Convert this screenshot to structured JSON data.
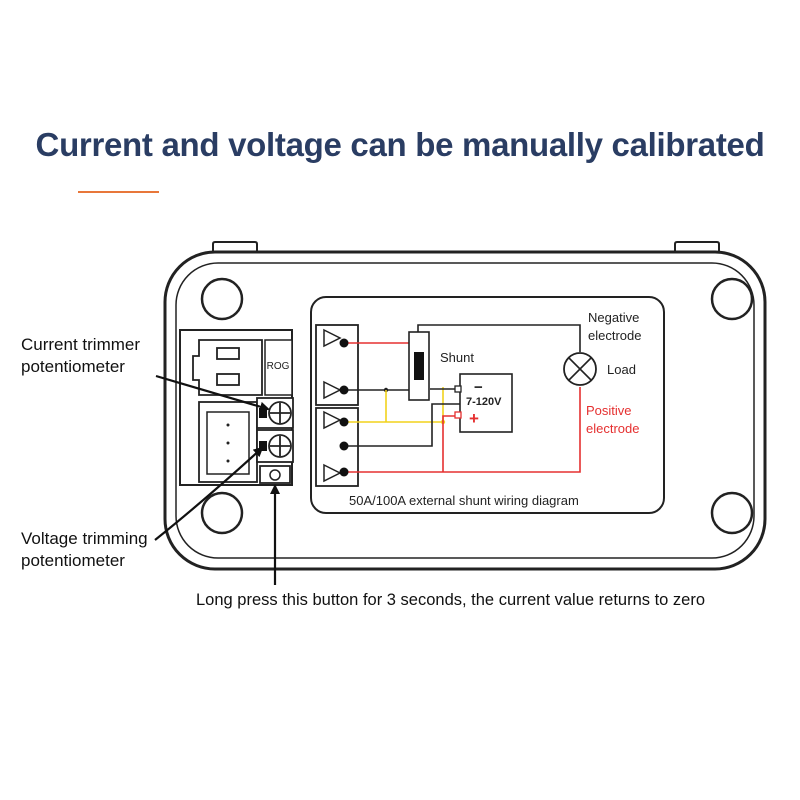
{
  "headline": "Current and voltage can be manually calibrated",
  "colors": {
    "accent": "#e8773a",
    "headline": "#2a3d63",
    "positive_wire": "#e53030",
    "yellow_wire": "#f2d21c",
    "negative_text": "#111111",
    "positive_text": "#e53030"
  },
  "callouts": {
    "current_trimmer": [
      "Current trimmer",
      "potentiometer"
    ],
    "voltage_trimming": [
      "Voltage trimming",
      "potentiometer"
    ],
    "zero_button": "Long press this button for 3 seconds, the current value returns to zero"
  },
  "wiring": {
    "negative_electrode": [
      "Negative",
      "electrode"
    ],
    "shunt": "Shunt",
    "load": "Load",
    "supply_range": "7-120V",
    "supply_minus": "−",
    "supply_plus": "+",
    "positive_electrode": [
      "Positive",
      "electrode"
    ],
    "caption": "50A/100A external shunt wiring diagram"
  },
  "connector_text": "ROG"
}
